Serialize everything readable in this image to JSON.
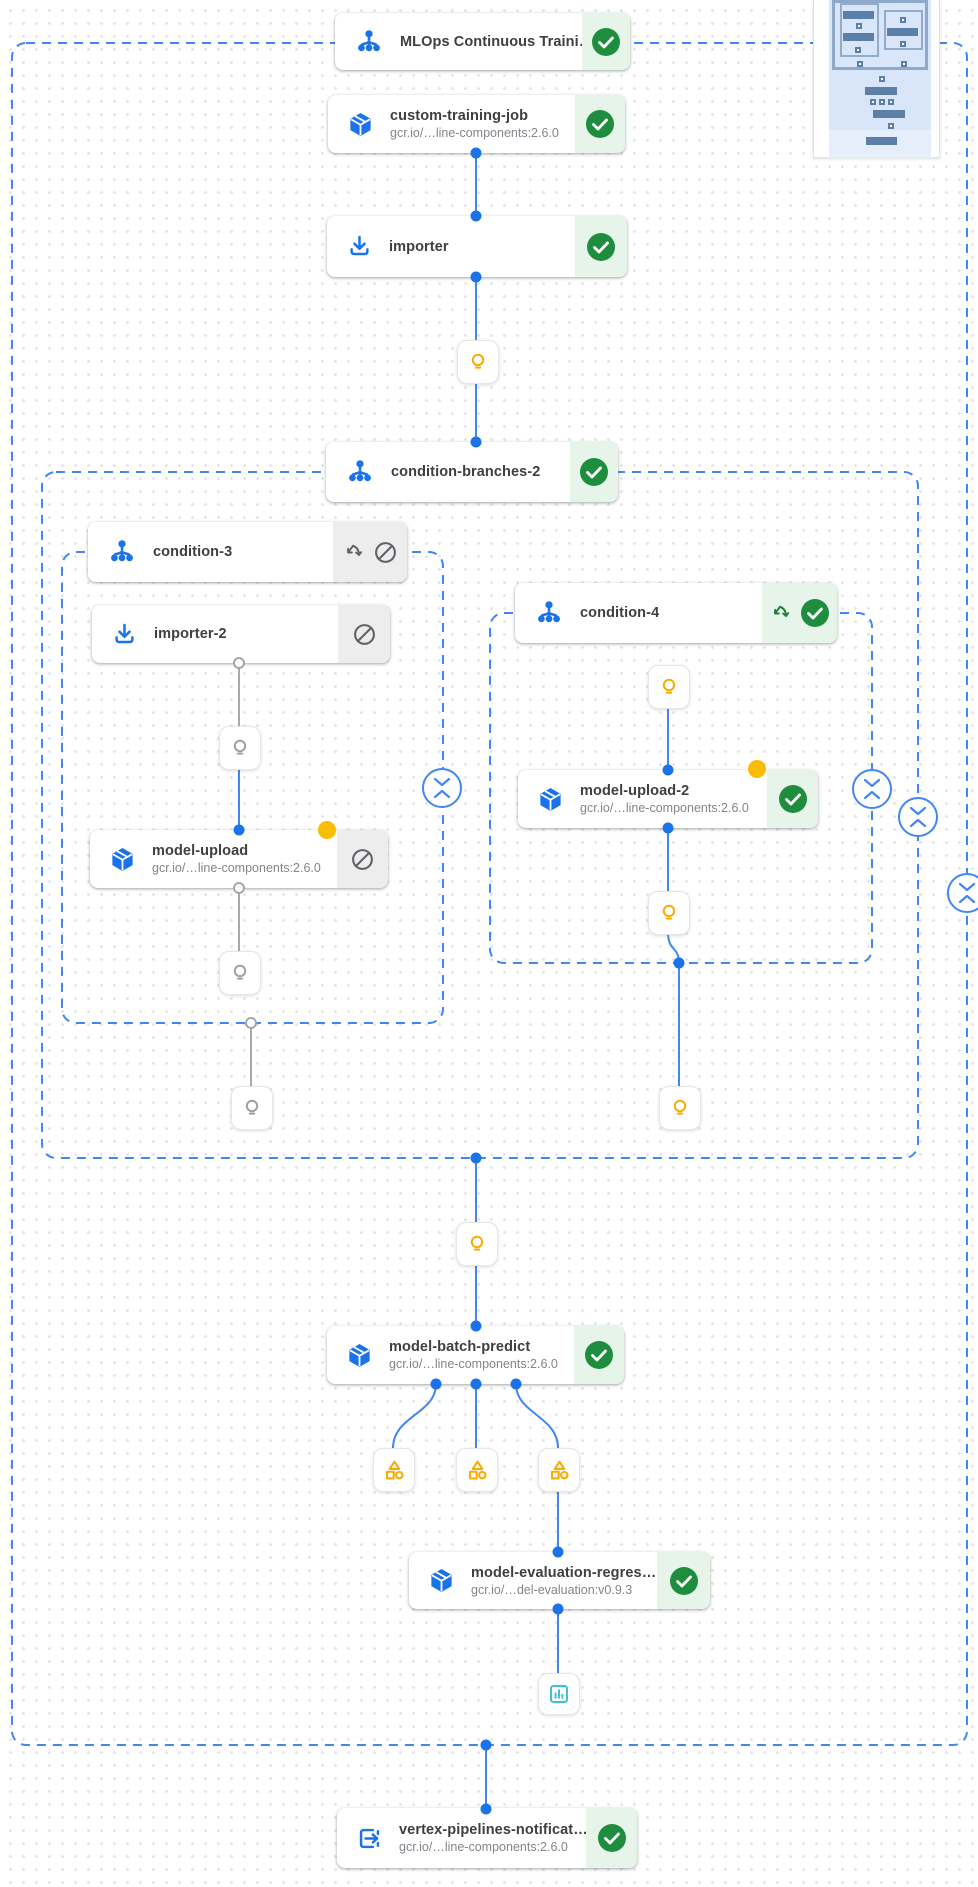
{
  "pipeline": {
    "header": {
      "title": "MLOps Continuous Traini…",
      "icon": "pipeline-tree-icon",
      "status_icon": "check-circle-icon"
    },
    "nodes": {
      "custom_training_job": {
        "title": "custom-training-job",
        "subtitle": "gcr.io/…line-components:2.6.0",
        "icon": "cube-icon",
        "status_icon": "check-circle-icon"
      },
      "importer": {
        "title": "importer",
        "icon": "import-icon",
        "status_icon": "check-circle-icon"
      },
      "condition_branches_2": {
        "title": "condition-branches-2",
        "icon": "condition-tree-icon",
        "status_icon": "check-circle-icon"
      },
      "condition_3": {
        "title": "condition-3",
        "icon": "condition-tree-icon",
        "status_icons": [
          "branch-split-icon",
          "skipped-icon"
        ]
      },
      "importer_2": {
        "title": "importer-2",
        "icon": "import-icon",
        "status_icon": "skipped-icon"
      },
      "model_upload": {
        "title": "model-upload",
        "subtitle": "gcr.io/…line-components:2.6.0",
        "icon": "cube-icon",
        "status_icon": "skipped-icon",
        "marker": "orange-output-dot"
      },
      "condition_4": {
        "title": "condition-4",
        "icon": "condition-tree-icon",
        "status_icons": [
          "branch-split-icon",
          "check-circle-icon"
        ]
      },
      "model_upload_2": {
        "title": "model-upload-2",
        "subtitle": "gcr.io/…line-components:2.6.0",
        "icon": "cube-icon",
        "status_icon": "check-circle-icon",
        "marker": "orange-output-dot"
      },
      "model_batch_predict": {
        "title": "model-batch-predict",
        "subtitle": "gcr.io/…line-components:2.6.0",
        "icon": "cube-icon",
        "status_icon": "check-circle-icon"
      },
      "model_evaluation_regression": {
        "title": "model-evaluation-regres…",
        "subtitle": "gcr.io/…del-evaluation:v0.9.3",
        "icon": "cube-icon",
        "status_icon": "check-circle-icon"
      },
      "vertex_pipelines_notification": {
        "title": "vertex-pipelines-notificat…",
        "subtitle": "gcr.io/…line-components:2.6.0",
        "icon": "exit-icon",
        "status_icon": "check-circle-icon"
      }
    },
    "artifact_icons": [
      "lightbulb-icon",
      "metrics-shapes-icon",
      "chart-artifact-icon"
    ],
    "colors": {
      "edge_blue": "#4285f4",
      "edge_grey": "#9aa0a6",
      "port_blue": "#1a73e8",
      "success_green": "#1e8e3e",
      "success_bg": "#e6f4ea",
      "skipped_bg": "#ededed",
      "skipped_icon": "#5f6368",
      "lightbulb_orange": "#f9ab00",
      "output_dot_orange": "#fbbc04",
      "chart_cyan": "#3ec1d5"
    }
  }
}
